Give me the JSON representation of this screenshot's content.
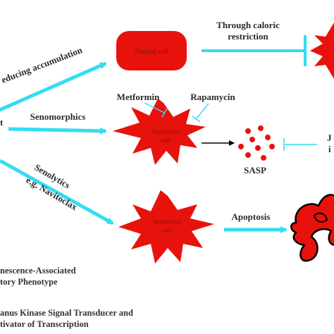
{
  "labels": {
    "reducing_accumulation": "educing accumulation",
    "through_caloric": "Through caloric",
    "restriction": "restriction",
    "metformin": "Metformin",
    "rapamycin": "Rapamycin",
    "senomorphics": "Senomorphics",
    "left_cut": "t",
    "senolytics": "Senolytics",
    "navitoclax": "e.g. Navitoclax",
    "sasp": "SASP",
    "apoptosis": "Apoptosis",
    "jak_right_1": "J",
    "jak_right_2": "i"
  },
  "cells": {
    "normal": "Normal cell",
    "senescent_top": "Senescent",
    "senescent_top_2": "cell",
    "senescent_bottom": "Senescent",
    "senescent_bottom_2": "cell"
  },
  "legend": {
    "sasp_line1": "nescence-Associated",
    "sasp_line2": "tory Phenotype",
    "jak_line1": "anus Kinase Signal Transducer and",
    "jak_line2": "tivator of Transcription"
  },
  "colors": {
    "cyan_arrow": "#33ddf0",
    "cell_red": "#e8120c",
    "black": "#000000"
  }
}
